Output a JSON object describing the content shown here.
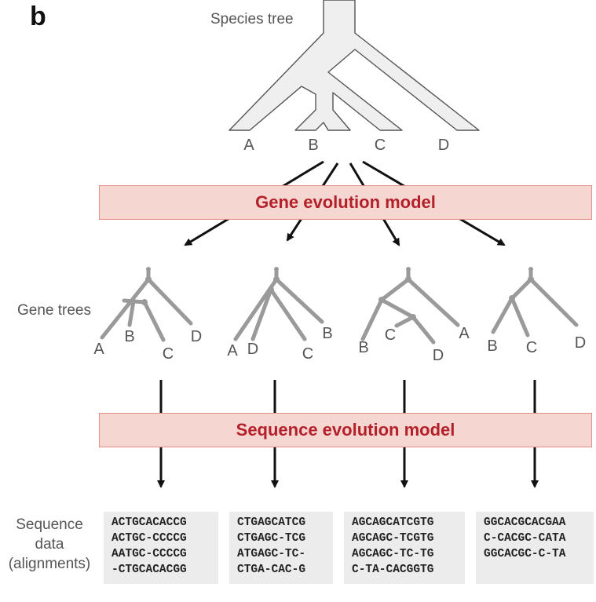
{
  "panel_label": "b",
  "species_tree": {
    "title": "Species tree",
    "leaves": [
      "A",
      "B",
      "C",
      "D"
    ]
  },
  "gene_model": {
    "label": "Gene evolution model"
  },
  "gene_trees": {
    "label": "Gene trees",
    "trees": [
      {
        "leaves": [
          "A",
          "B",
          "C",
          "D"
        ]
      },
      {
        "leaves": [
          "A",
          "D",
          "C",
          "B"
        ]
      },
      {
        "leaves": [
          "B",
          "C",
          "D",
          "A"
        ]
      },
      {
        "leaves": [
          "B",
          "C",
          "D"
        ]
      }
    ]
  },
  "sequence_model": {
    "label": "Sequence evolution model"
  },
  "sequence_data": {
    "label_lines": [
      "Sequence",
      "data",
      "(alignments)"
    ],
    "alignments": [
      [
        "ACTGCACACCG",
        "ACTGC-CCCCG",
        "AATGC-CCCCG",
        "-CTGCACACGG"
      ],
      [
        "CTGAGCATCG",
        "CTGAGC-TCG",
        "ATGAGC-TC-",
        "CTGA-CAC-G"
      ],
      [
        "AGCAGCATCGTG",
        "AGCAGC-TCGTG",
        "AGCAGC-TC-TG",
        "C-TA-CACGGTG"
      ],
      [
        "GGCACGCACGAA",
        "C-CACGC-CATA",
        "GGCACGC-C-TA"
      ]
    ]
  },
  "colors": {
    "model_fill": "#f6d6d1",
    "model_border": "#e28f88",
    "model_text": "#b3202a",
    "tree_gray": "#9a9a9a",
    "arrow": "#111111",
    "alignment_bg": "#ececec"
  }
}
